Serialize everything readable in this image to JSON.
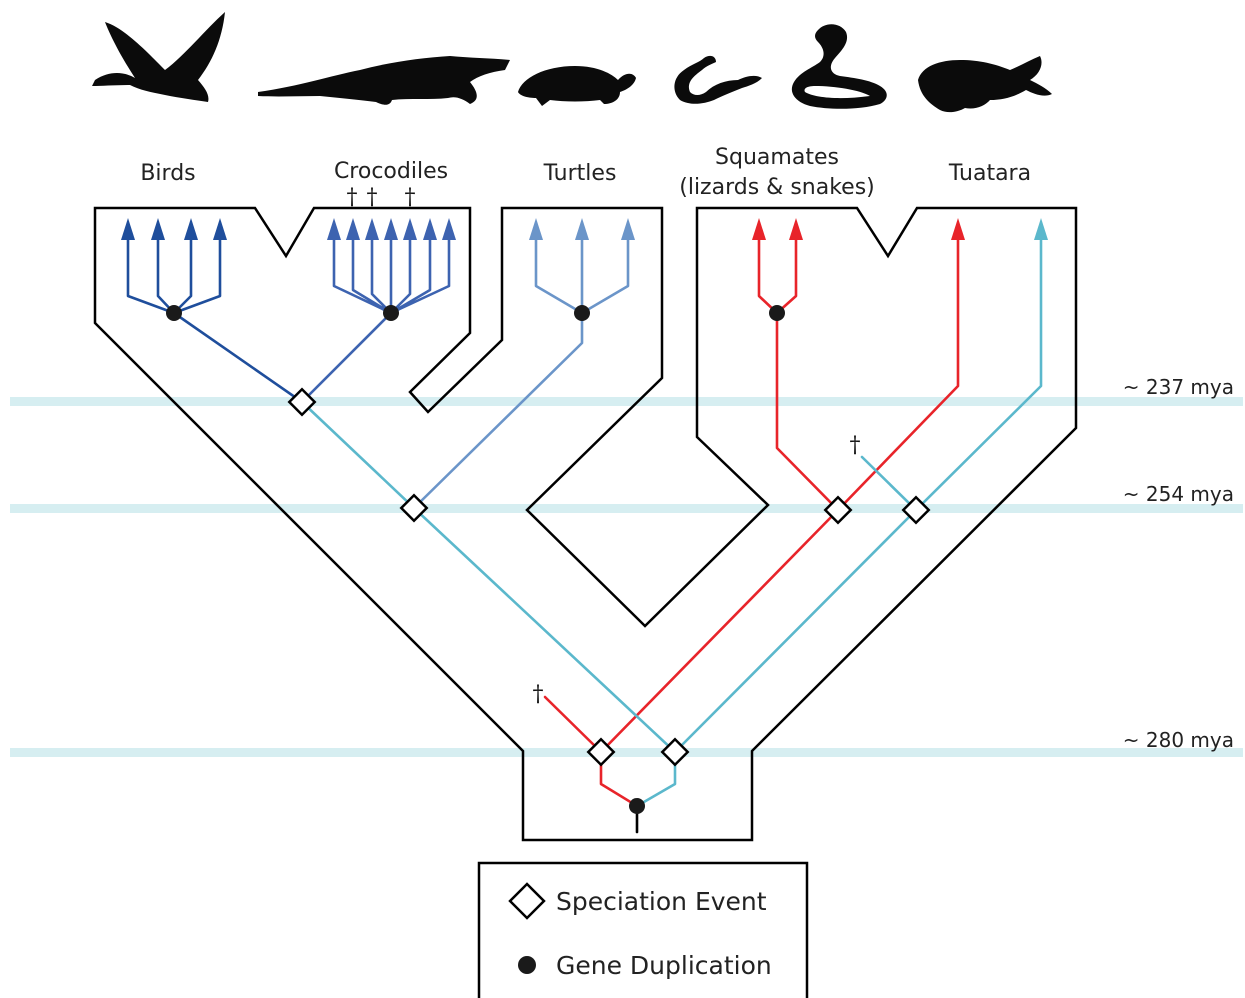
{
  "clades": {
    "birds": "Birds",
    "crocodiles": "Crocodiles",
    "turtles": "Turtles",
    "squamates_line1": "Squamates",
    "squamates_line2": "(lizards & snakes)",
    "tuatara": "Tuatara"
  },
  "time_markers": {
    "t1": "~ 237 mya",
    "t2": "~ 254 mya",
    "t3": "~ 280 mya"
  },
  "extinction_symbol": "†",
  "legend": {
    "speciation": "Speciation Event",
    "duplication": "Gene Duplication"
  },
  "colors": {
    "time_band": "#d6eef1",
    "species_tree_outline": "#000000",
    "gene_lineage_dark_blue": "#1f4e9c",
    "gene_lineage_mid_blue": "#3d63b0",
    "gene_lineage_light_blue": "#6b95c9",
    "gene_lineage_cyan": "#5bb8cc",
    "gene_lineage_red": "#e8242a"
  },
  "icons": [
    "bird-icon",
    "crocodile-icon",
    "turtle-icon",
    "lizard-icon",
    "snake-icon",
    "tuatara-icon"
  ]
}
